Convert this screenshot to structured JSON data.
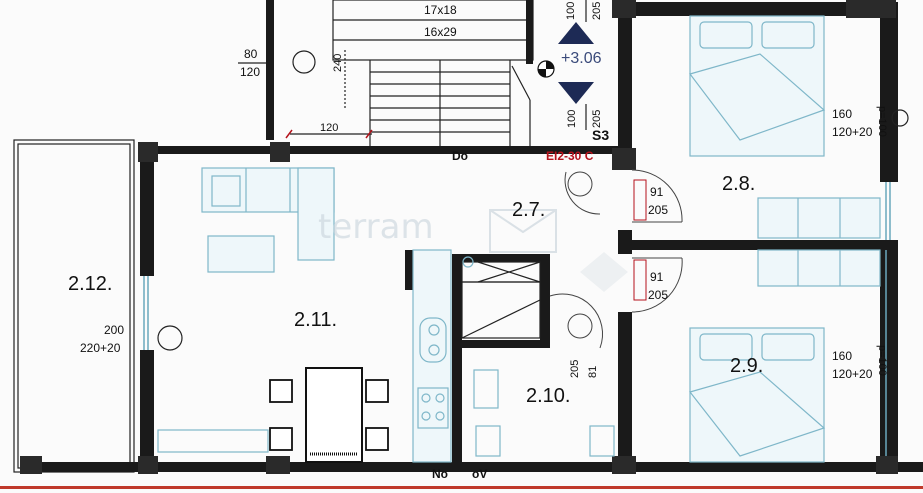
{
  "stairs": {
    "riser_label": "17x18",
    "tread_label": "16x29",
    "length_dim": "240",
    "width_dim": "120"
  },
  "level": {
    "value": "+3.06",
    "dim_top_a": "100",
    "dim_top_b": "205",
    "dim_bottom_a": "100",
    "dim_bottom_b": "205"
  },
  "rooms": {
    "r2_7": "2.7.",
    "r2_8": "2.8.",
    "r2_9": "2.9.",
    "r2_10": "2.10.",
    "r2_11": "2.11.",
    "r2_12": "2.12."
  },
  "labels": {
    "s3": "S3",
    "ei2": "EI2-30 C",
    "do_top": "Do",
    "no_bottom": "No",
    "ov_bottom": "oV",
    "watermark": "terram"
  },
  "dims": {
    "win_stair_a": "80",
    "win_stair_b": "120",
    "door_28_a": "91",
    "door_28_b": "205",
    "door_29_a": "91",
    "door_29_b": "205",
    "door_210_a": "81",
    "door_210_b": "205",
    "win_28_a": "160",
    "win_28_b": "120+20",
    "p_28": "p=100",
    "win_29_a": "160",
    "win_29_b": "120+20",
    "p_29": "p=100",
    "win_211_a": "200",
    "win_211_b": "220+20"
  },
  "colors": {
    "wall": "#1a1a1a",
    "furniture": "#7fb7c9",
    "accent_red": "#b5121b",
    "level_marker": "#1d2a55"
  }
}
